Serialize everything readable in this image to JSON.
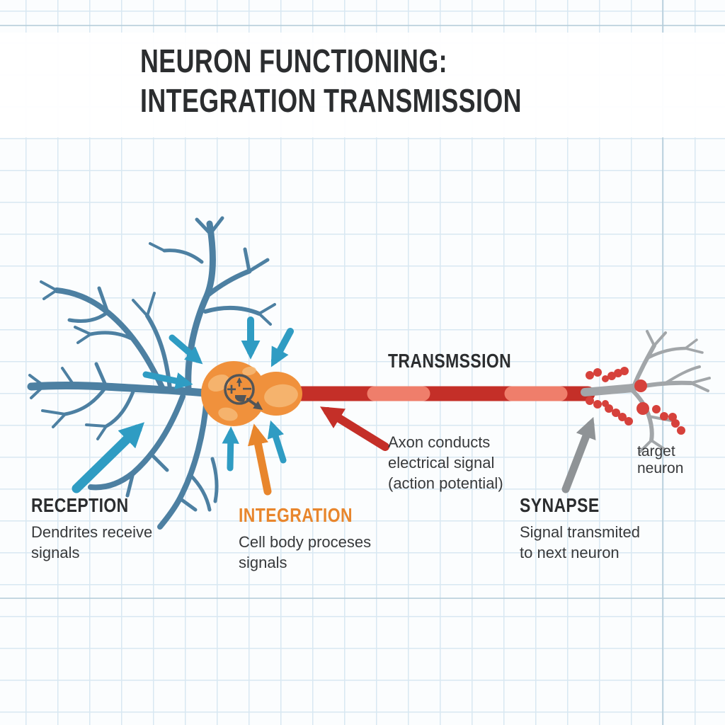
{
  "title": {
    "line1": "NEURON FUNCTIONING:",
    "line2": "INTEGRATION TRANSMISSION"
  },
  "sections": [
    {
      "id": "reception",
      "label": "RECEPTION",
      "description": "Dendrites receive\nsignals"
    },
    {
      "id": "integration",
      "label": "INTEGRATION",
      "description": "Cell body proceses\nsignals"
    },
    {
      "id": "transmission",
      "label": "TRANSMSSION",
      "description": "Axon conducts\nelectrical signal\n(action potential)"
    },
    {
      "id": "synapse",
      "label": "SYNAPSE",
      "description": "Signal transmited\nto next neuron"
    }
  ],
  "annotations": {
    "target_neuron": "target neuron"
  },
  "soma_glyph": {
    "plus": "+",
    "minus": "−"
  },
  "icons": {
    "dendrite_tree": "blue-branching-dendrites",
    "signal_in_arrows": "cyan-arrows-toward-soma",
    "integration_glyph": "circle-with-plus-minus-and-output-arrow",
    "axon": "thick-red-line-with-light-myelin-segments",
    "target_neuron": "gray-branching-neuron",
    "neurotransmitters": "red-dots-at-synapse"
  },
  "colors": {
    "background": "#fbfdfe",
    "grid_line": "#d8e8f2",
    "grid_heavy": "#b7cdda",
    "title_text": "#2b2d2f",
    "body_text": "#37393b",
    "dendrite_blue": "#4d80a2",
    "arrow_cyan": "#2f9cc3",
    "soma_orange": "#f0913c",
    "soma_light": "#f6bb79",
    "integration_orange": "#e8862d",
    "axon_red": "#c42f28",
    "myelin_light": "#ef7e6b",
    "signal_red": "#d6413b",
    "target_gray": "#a2a6a9",
    "arrow_gray": "#8f9396",
    "glyph_dark": "#515558"
  }
}
